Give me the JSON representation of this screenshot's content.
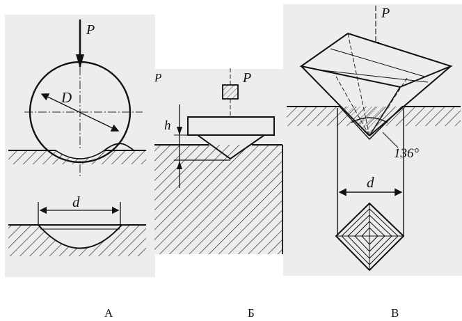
{
  "figure": {
    "panel_a": {
      "caption": "А",
      "load_label": "P",
      "diameter_label": "D",
      "imprint_label": "d"
    },
    "panel_b": {
      "caption": "Б",
      "load_label": "P",
      "load_label_partial": "P",
      "depth_label": "h"
    },
    "panel_c": {
      "caption": "В",
      "load_label": "P",
      "imprint_label": "d",
      "angle_label": "136°"
    }
  },
  "colors": {
    "ink": "#1a1a1a",
    "panel_bg": "#ededed",
    "page_bg": "#ffffff"
  }
}
